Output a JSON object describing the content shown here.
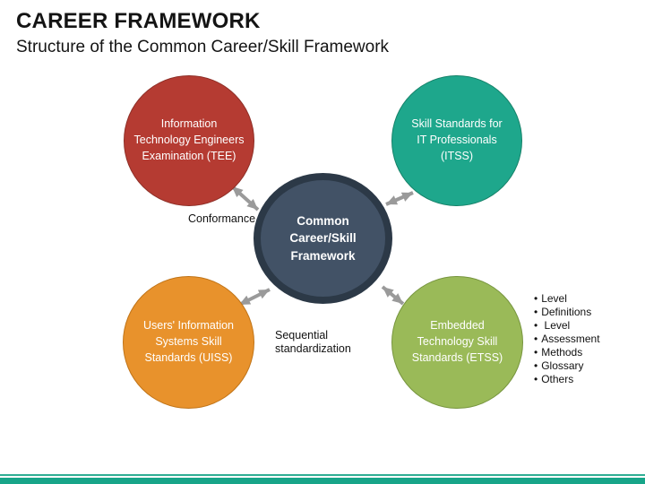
{
  "slide": {
    "title": "CAREER FRAMEWORK",
    "subtitle": "Structure of the Common Career/Skill Framework"
  },
  "diagram": {
    "center": {
      "lines": [
        "Common",
        "Career/Skill",
        "Framework"
      ],
      "fill": "#425266",
      "ring": "#2C3947"
    },
    "nodes": [
      {
        "id": "tee",
        "lines": [
          "Information",
          "Technology Engineers",
          "Examination (TEE)"
        ],
        "color": "#B53B32"
      },
      {
        "id": "itss",
        "lines": [
          "Skill Standards for",
          "IT Professionals",
          "(ITSS)"
        ],
        "color": "#1EA78C"
      },
      {
        "id": "uiss",
        "lines": [
          "Users' Information",
          "Systems Skill",
          "Standards (UISS)"
        ],
        "color": "#E8922C"
      },
      {
        "id": "etss",
        "lines": [
          "Embedded",
          "Technology Skill",
          "Standards (ETSS)"
        ],
        "color": "#9ABA58"
      }
    ],
    "labels": {
      "conformance": "Conformance",
      "sequential_line1": "Sequential",
      "sequential_line2": "standardization"
    },
    "bullets": {
      "glyph": "•",
      "items": [
        "Level",
        "Definitions",
        " Level",
        "Assessment",
        "Methods",
        "Glossary",
        "Others"
      ]
    },
    "arrow_color": "#9A9A9A"
  },
  "footer": {
    "line_color": "#2FAE94",
    "bar_color": "#17A589"
  }
}
